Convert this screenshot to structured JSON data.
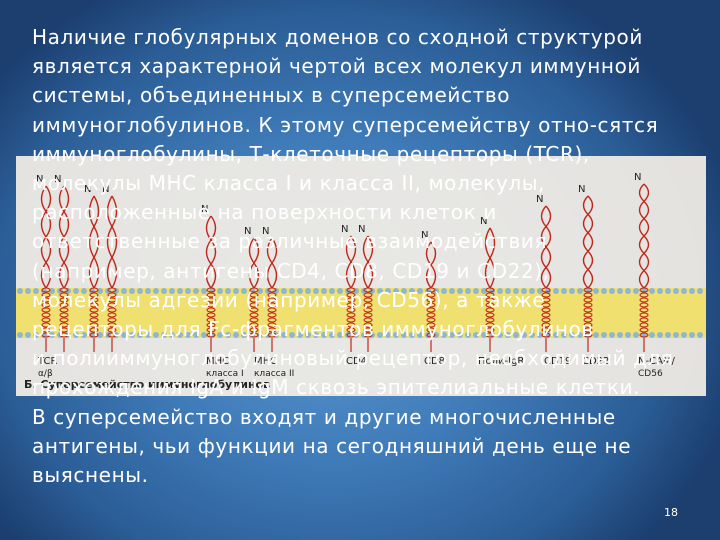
{
  "slide": {
    "body_text": "Наличие глобулярных доменов со сходной структурой\nявляется характерной чертой всех молекул иммунной\nсистемы, объединенных в суперсемейство\nиммуноглобулинов. К этому суперсемейству отно-сятся\nиммуноглобулины, Т-клеточные рецепторы (TCR),\nмолекулы MHC класса I и класса II, молекулы,\nрасположенные на поверхности клеток и\nответственные за различные взаимодействия\n(например, антигены CD4, CD8, CD19 и CD22),\nмолекулы адгезии (например, CD56), а также\nрецепторы для Fc-фрагментов иммуноглобулинов\nи полииммуноглобулиновый рецептор, необходимый для\nпрохождения IgA и IgM сквозь эпителиальные клетки.\nВ суперсемейство входят и другие многочисленные\nантигены, чьи функции на сегодняшний день еще не\nвыяснены.",
    "slide_number": "18"
  },
  "figure": {
    "caption": "Б. Суперсемейство иммуноглобулинов",
    "terminal_label": "N",
    "molecule_labels": [
      "TCR α/β",
      "MHC класса I",
      "MHC класса II",
      "CD4",
      "CD8",
      "Поли-IgR",
      "CD19",
      "CD22",
      "N-CAM/ CD56"
    ]
  },
  "colors": {
    "background": "#3f7bb8",
    "figure_paper": "#f3eee6",
    "membrane": "#f0e070",
    "domain_stroke": "#c0281a",
    "text": "#ffffff"
  }
}
